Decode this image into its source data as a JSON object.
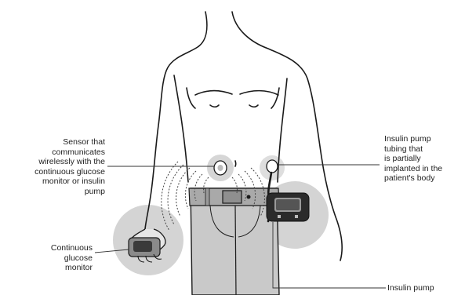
{
  "labels": {
    "sensor": [
      "Sensor that",
      "communicates",
      "wirelessly with the",
      "continuous glucose",
      "monitor or insulin",
      "pump"
    ],
    "cgm": [
      "Continuous",
      "glucose",
      "monitor"
    ],
    "tubing": [
      "Insulin pump",
      "tubing that",
      "is partially",
      "implanted in the",
      "patient's body"
    ],
    "pump": [
      "Insulin pump"
    ]
  },
  "colors": {
    "outline": "#1a1a1a",
    "halo": "#d6d6d6",
    "pants": "#c9c9c9",
    "belt": "#a9a9a9",
    "device_dark": "#2b2b2b",
    "leader": "#333333"
  }
}
